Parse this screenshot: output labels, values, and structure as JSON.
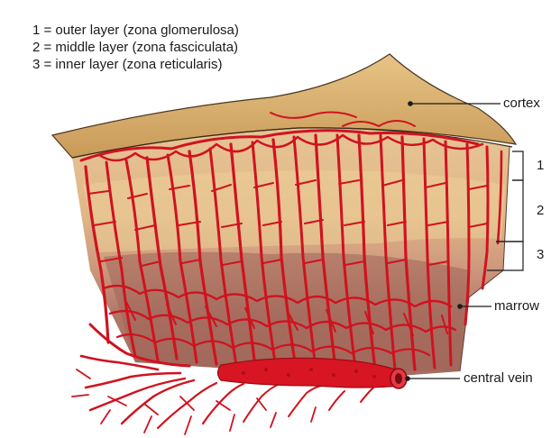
{
  "legend": {
    "items": [
      "1 = outer layer (zona glomerulosa)",
      "2 = middle layer (zona fasciculata)",
      "3 = inner layer (zona reticularis)"
    ]
  },
  "labels": {
    "cortex": "cortex",
    "marrow": "marrow",
    "central_vein": "central vein"
  },
  "layer_numbers": [
    "1",
    "2",
    "3"
  ],
  "colors": {
    "vessel": "#d0121f",
    "vessel_dark": "#9e0a14",
    "capsule": "#d9b470",
    "outer_layer": "#e8c896",
    "middle_layer": "#dcaa82",
    "inner_layer": "#b98070",
    "marrow": "#a46a5e",
    "leader_line": "#1b1b1b"
  }
}
